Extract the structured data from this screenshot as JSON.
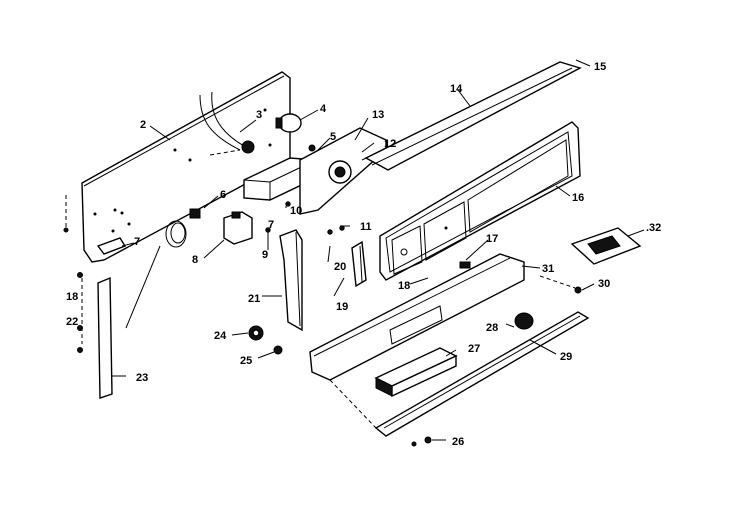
{
  "parts": [
    {
      "id": "p2",
      "label": "2"
    },
    {
      "id": "p3",
      "label": "3"
    },
    {
      "id": "p4",
      "label": "4"
    },
    {
      "id": "p5",
      "label": "5"
    },
    {
      "id": "p6",
      "label": "6"
    },
    {
      "id": "p7a",
      "label": "7"
    },
    {
      "id": "p7b",
      "label": "7"
    },
    {
      "id": "p8",
      "label": "8"
    },
    {
      "id": "p9",
      "label": "9"
    },
    {
      "id": "p10",
      "label": "10"
    },
    {
      "id": "p11",
      "label": "11"
    },
    {
      "id": "p12",
      "label": "12"
    },
    {
      "id": "p13",
      "label": "13"
    },
    {
      "id": "p14",
      "label": "14"
    },
    {
      "id": "p15",
      "label": "15"
    },
    {
      "id": "p16",
      "label": "16"
    },
    {
      "id": "p17",
      "label": "17"
    },
    {
      "id": "p18a",
      "label": "18"
    },
    {
      "id": "p18b",
      "label": "18"
    },
    {
      "id": "p19",
      "label": "19"
    },
    {
      "id": "p20",
      "label": "20"
    },
    {
      "id": "p21",
      "label": "21"
    },
    {
      "id": "p22",
      "label": "22"
    },
    {
      "id": "p23",
      "label": "23"
    },
    {
      "id": "p24",
      "label": "24"
    },
    {
      "id": "p25",
      "label": "25"
    },
    {
      "id": "p26",
      "label": "26"
    },
    {
      "id": "p27",
      "label": "27"
    },
    {
      "id": "p28",
      "label": "28"
    },
    {
      "id": "p29",
      "label": "29"
    },
    {
      "id": "p30",
      "label": "30"
    },
    {
      "id": "p31",
      "label": "31"
    },
    {
      "id": "p32",
      "label": ".32"
    }
  ]
}
